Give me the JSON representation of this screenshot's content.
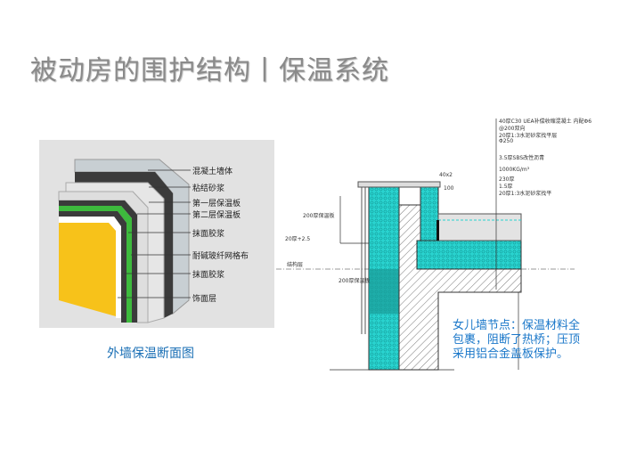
{
  "title": "被动房的围护结构丨保温系统",
  "wall_figure": {
    "labels": [
      "混凝土墙体",
      "粘结砂浆",
      "第一层保温板",
      "第二层保温板",
      "抹面胶浆",
      "耐碱玻纤网格布",
      "抹面胶浆",
      "饰面层"
    ],
    "caption": "外墙保温断面图"
  },
  "detail_figure": {
    "labels_right": [
      "40厚C30 UEA补偿收缩混凝土 内配Φ6",
      "@200双向",
      "20厚1:3水泥砂浆找平层",
      "Φ250",
      "3.5厚SBS改性沥青",
      "1000KG/m³",
      "230厚",
      "1.5厚",
      "20厚1:3水泥砂浆找平"
    ],
    "labels_left": [
      "200厚保温板",
      "20厚+2.5"
    ],
    "labels_top": [
      "40x2",
      "100"
    ],
    "level_mark": "结构层",
    "note": "女儿墙节点：保温材料全包裹，阻断了热桥；压顶采用铝合金盖板保护。"
  },
  "colors": {
    "insulation": "#29d3cf",
    "accent_text": "#1a77c9",
    "finish": "#f7c21a"
  }
}
